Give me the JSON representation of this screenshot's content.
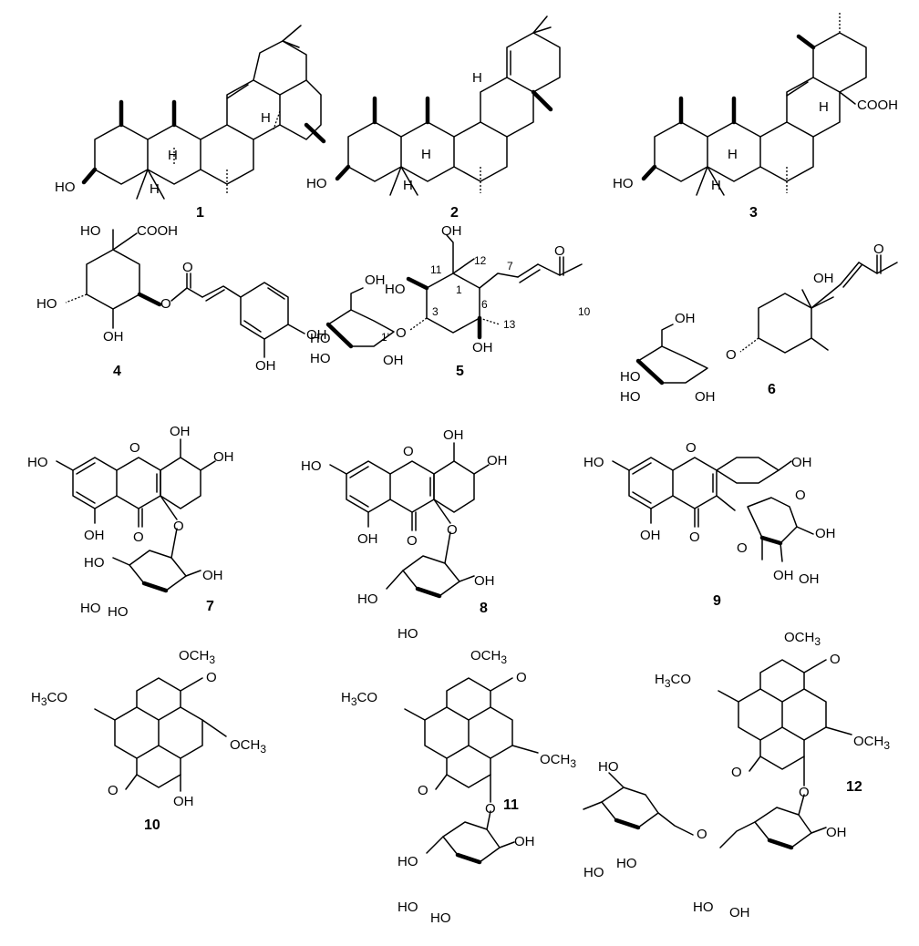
{
  "compounds": [
    {
      "number": "1"
    },
    {
      "number": "2"
    },
    {
      "number": "3"
    },
    {
      "number": "4"
    },
    {
      "number": "5"
    },
    {
      "number": "6"
    },
    {
      "number": "7"
    },
    {
      "number": "8"
    },
    {
      "number": "9"
    },
    {
      "number": "10"
    },
    {
      "number": "11"
    },
    {
      "number": "12"
    }
  ],
  "labels": {
    "oh": "OH",
    "ho": "HO",
    "h": "H",
    "o": "O",
    "cooh": "COOH",
    "och3": "OCH",
    "h3co": "H",
    "co": "CO",
    "sub3": "3",
    "c1p": "1'",
    "c1": "1",
    "c3": "3",
    "c6": "6",
    "c7": "7",
    "c10": "10",
    "c11": "11",
    "c12": "12",
    "c13": "13",
    "ohho": "HO",
    "hoho": "HO"
  }
}
